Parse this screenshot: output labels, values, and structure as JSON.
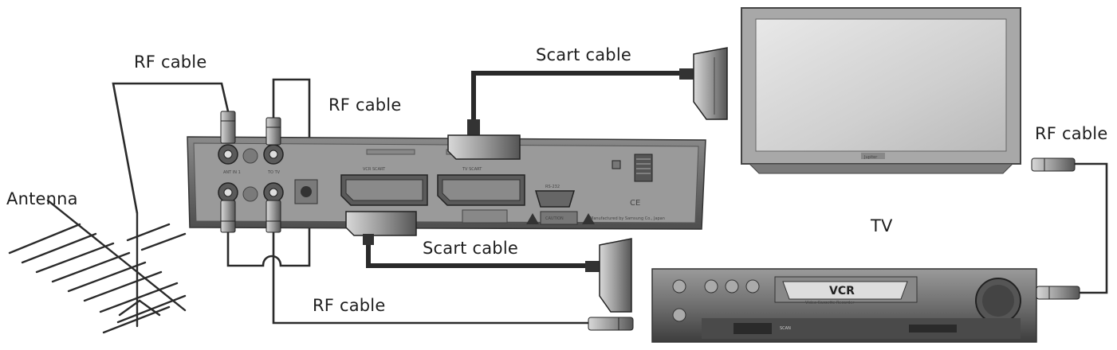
{
  "labels": {
    "rf_cable_antenna": "RF cable",
    "rf_cable_loop": "RF cable",
    "rf_cable_vcr": "RF cable",
    "rf_cable_tv": "RF cable",
    "scart_cable_tv": "Scart cable",
    "scart_cable_vcr": "Scart cable",
    "antenna": "Antenna",
    "tv": "TV"
  },
  "receiver_panel": {
    "port_rf_in": "ANT IN 1",
    "port_tv_out": "TO TV",
    "port_vcr_scart": "VCR SCART",
    "port_tv_scart": "TV SCART",
    "port_rs232": "RS-232",
    "warning_text": "CAUTION",
    "maker_text": "Manufactured by Samsung Co., Japan",
    "mark_ce": "CE"
  },
  "tv_brand": "Jupiter",
  "vcr": {
    "label": "VCR",
    "sublabel": "Video Cassette Recorder",
    "brand_text": "SCAN"
  },
  "colors": {
    "cable": "#2a2a2a",
    "device_body": "#6e6e6e",
    "panel_face": "#9a9a9a",
    "screen": "#d4d4d4",
    "background": "#ffffff"
  }
}
